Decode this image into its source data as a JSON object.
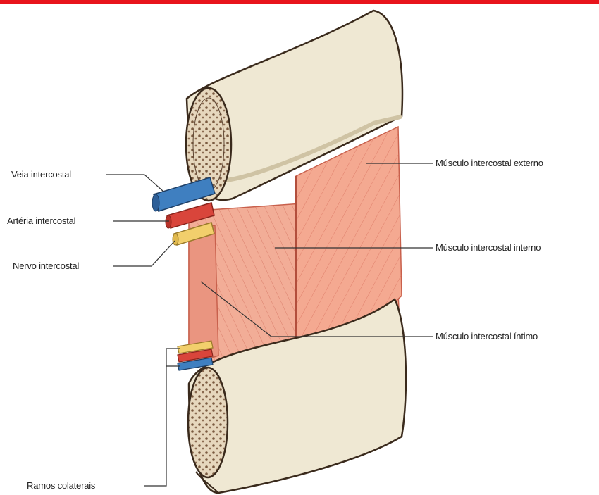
{
  "labels": {
    "veia": "Veia intercostal",
    "arteria": "Artéria intercostal",
    "nervo": "Nervo intercostal",
    "ramos": "Ramos colaterais",
    "externo": "Músculo intercostal externo",
    "interno": "Músculo intercostal interno",
    "intimo": "Músculo intercostal íntimo"
  },
  "colors": {
    "top_bar": "#e8141c",
    "bone": "#efe8d3",
    "muscle": "#f0a48e",
    "vein": "#3f7fc0",
    "artery": "#d9453b",
    "nerve": "#f2cf6c"
  }
}
